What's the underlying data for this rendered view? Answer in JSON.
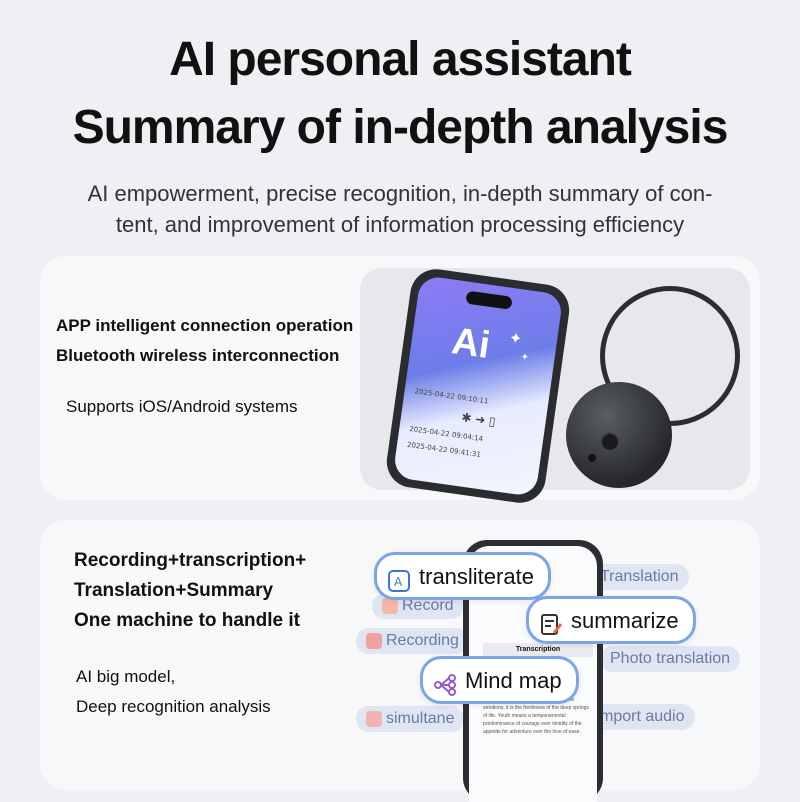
{
  "heading": {
    "line1": "AI personal assistant",
    "line2": "Summary of in-depth analysis",
    "subtitle_line1": "AI empowerment, precise recognition, in-depth summary of con-",
    "subtitle_line2": "tent, and improvement of information processing efficiency"
  },
  "panel1": {
    "line1": "APP intelligent connection operation",
    "line2": "Bluetooth wireless interconnection",
    "line3": "Supports iOS/Android systems",
    "phone_logo": "Ai",
    "phone_dates": [
      "2025-04-22 09:10:11",
      "2025-04-22 09:04:14",
      "2025-04-22 09:41:31"
    ]
  },
  "panel2": {
    "line1": "Recording+transcription+",
    "line2": "Translation+Summary",
    "line3": "One machine to handle it",
    "line4": "AI big model,",
    "line5": "Deep recognition analysis",
    "phone_tab": "Transcription",
    "phone_text": "a quality of the imagination, a vigor of the emotions; it is the freshness of the deep springs of life. Youth means a temperamental predominance of courage over timidity of the appetite for adventure over the love of ease.",
    "chips": {
      "transliterate": "transliterate",
      "summarize": "summarize",
      "mind_map": "Mind map"
    },
    "pills": {
      "translation": "Translation",
      "record": "Record",
      "recording": "Recording",
      "photo_translation": "Photo translation",
      "simultaneous": "simultane",
      "import_audio": "mport audio"
    }
  },
  "colors": {
    "chip_border": "#7aa6e8",
    "pill_bg": "#dfe5f3",
    "pill_text": "#6a7aa6"
  }
}
